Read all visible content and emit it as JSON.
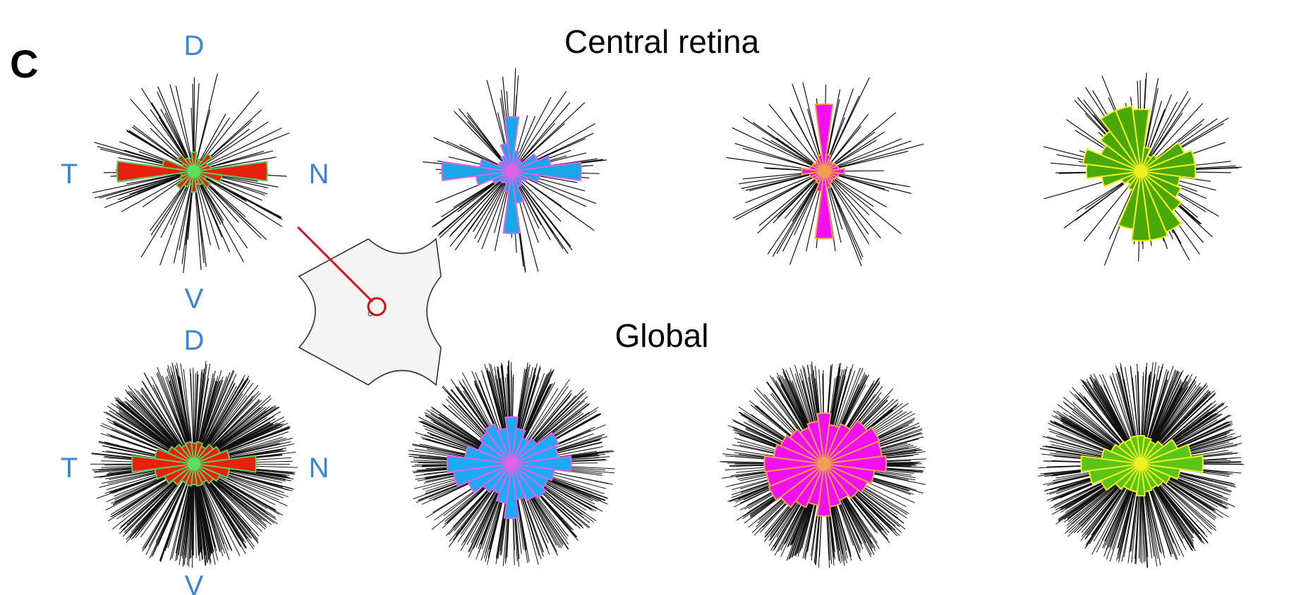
{
  "panel_letter": "C",
  "titles": {
    "central": "Central retina",
    "global": "Global"
  },
  "orientation_labels": {
    "dorsal": "D",
    "ventral": "V",
    "temporal": "T",
    "nasal": "N",
    "color": "#3a86d6"
  },
  "retina_schematic": {
    "fill": "#f4f4f4",
    "marker_color": "#d4101c"
  },
  "roses": [
    {
      "row": "central",
      "col": 0,
      "fill": "#e8200e",
      "edge": "#5ecc5e",
      "center": "#5ee05e",
      "petals": [
        0.18,
        0.1,
        0.08,
        0.22,
        0.12,
        0.15,
        0.9,
        0.3,
        0.1,
        0.2,
        0.12,
        0.1,
        0.2,
        0.1,
        0.15,
        0.22,
        0.12,
        0.1,
        0.95,
        0.35,
        0.1,
        0.2,
        0.12,
        0.1
      ],
      "spikes": 110,
      "spread": "sparse"
    },
    {
      "row": "central",
      "col": 1,
      "fill": "#18a8e8",
      "edge": "#e060e8",
      "center": "#e060e8",
      "petals": [
        0.65,
        0.2,
        0.1,
        0.1,
        0.3,
        0.45,
        0.85,
        0.3,
        0.15,
        0.1,
        0.15,
        0.35,
        0.75,
        0.2,
        0.1,
        0.12,
        0.2,
        0.4,
        0.85,
        0.35,
        0.12,
        0.1,
        0.15,
        0.3
      ],
      "spikes": 90,
      "spread": "sparse"
    },
    {
      "row": "central",
      "col": 2,
      "fill": "#f010f0",
      "edge": "#f0a050",
      "center": "#f0a050",
      "petals": [
        0.82,
        0.15,
        0.08,
        0.08,
        0.1,
        0.12,
        0.2,
        0.12,
        0.1,
        0.08,
        0.1,
        0.15,
        0.82,
        0.2,
        0.1,
        0.08,
        0.1,
        0.12,
        0.22,
        0.12,
        0.1,
        0.08,
        0.1,
        0.15
      ],
      "spikes": 80,
      "spread": "sparse"
    },
    {
      "row": "central",
      "col": 3,
      "fill": "#4aa80a",
      "edge": "#f0f020",
      "center": "#f0f020",
      "petals": [
        0.75,
        0.25,
        0.15,
        0.2,
        0.55,
        0.65,
        0.65,
        0.45,
        0.5,
        0.6,
        0.8,
        0.85,
        0.85,
        0.7,
        0.2,
        0.15,
        0.2,
        0.45,
        0.65,
        0.7,
        0.5,
        0.6,
        0.8,
        0.8
      ],
      "spikes": 85,
      "spread": "sparse"
    }
  ],
  "roses_global": [
    {
      "row": "global",
      "col": 0,
      "fill": "#e8200e",
      "edge": "#5ecc5e",
      "center": "#5ee05e",
      "petals": [
        0.2,
        0.22,
        0.18,
        0.25,
        0.3,
        0.4,
        0.75,
        0.4,
        0.3,
        0.25,
        0.2,
        0.22,
        0.2,
        0.22,
        0.2,
        0.28,
        0.35,
        0.45,
        0.75,
        0.45,
        0.3,
        0.25,
        0.2,
        0.22
      ],
      "spikes": 480,
      "spread": "dense"
    },
    {
      "row": "global",
      "col": 1,
      "fill": "#1eaaf2",
      "edge": "#e060e8",
      "center": "#e060e8",
      "petals": [
        0.55,
        0.4,
        0.3,
        0.35,
        0.6,
        0.55,
        0.72,
        0.5,
        0.45,
        0.5,
        0.45,
        0.4,
        0.65,
        0.45,
        0.35,
        0.4,
        0.55,
        0.7,
        0.78,
        0.55,
        0.4,
        0.45,
        0.5,
        0.4
      ],
      "spikes": 380,
      "spread": "dense"
    },
    {
      "row": "global",
      "col": 2,
      "fill": "#f010f0",
      "edge": "#f0a050",
      "center": "#f0a050",
      "petals": [
        0.6,
        0.45,
        0.5,
        0.65,
        0.72,
        0.7,
        0.75,
        0.6,
        0.55,
        0.5,
        0.45,
        0.5,
        0.62,
        0.48,
        0.55,
        0.65,
        0.72,
        0.7,
        0.72,
        0.6,
        0.55,
        0.5,
        0.45,
        0.5
      ],
      "spikes": 430,
      "spread": "dense"
    },
    {
      "row": "global",
      "col": 3,
      "fill": "#5ac418",
      "edge": "#f0f020",
      "center": "#f0f020",
      "petals": [
        0.3,
        0.28,
        0.25,
        0.3,
        0.45,
        0.6,
        0.75,
        0.45,
        0.35,
        0.3,
        0.28,
        0.3,
        0.35,
        0.3,
        0.3,
        0.35,
        0.5,
        0.62,
        0.72,
        0.45,
        0.35,
        0.3,
        0.28,
        0.3
      ],
      "spikes": 460,
      "spread": "dense"
    }
  ]
}
